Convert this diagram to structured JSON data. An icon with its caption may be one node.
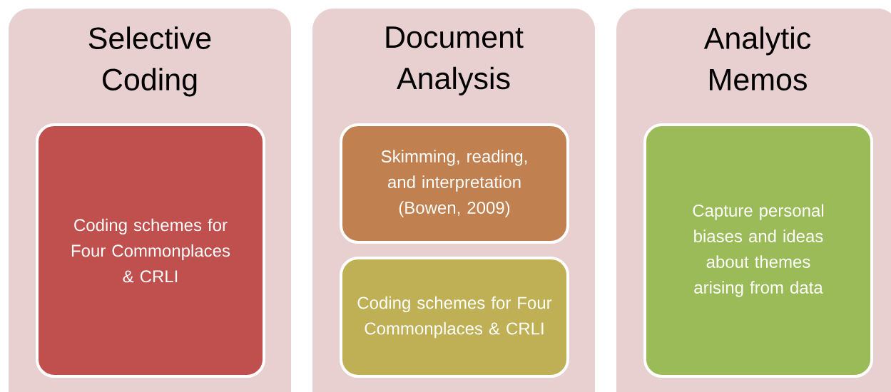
{
  "diagram": {
    "nodes": [
      {
        "text": [
          "Selective Coding"
        ]
      },
      {
        "text": [
          "Coding schemes for Four Commonplaces & CRLI"
        ],
        "in": 0
      },
      {
        "text": [
          "Document Analysis"
        ]
      },
      {
        "text": [
          "Skimming, reading, and interpretation (Bowen, 2009)"
        ],
        "in": 2
      },
      {
        "text": [
          "Coding schemes for Four Commonplaces & CRLI"
        ],
        "in": 2
      },
      {
        "text": [
          "Analytic Memos"
        ]
      },
      {
        "text": [
          "Capture personal biases and ideas about themes arising from data"
        ],
        "in": 5
      }
    ],
    "edges": []
  }
}
